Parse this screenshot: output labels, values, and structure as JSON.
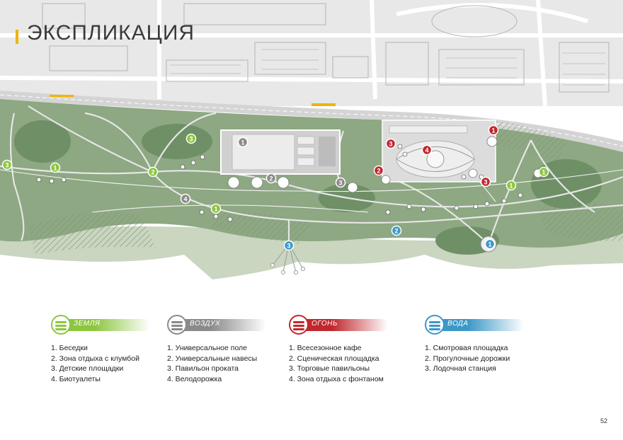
{
  "title": "ЭКСПЛИКАЦИЯ",
  "page_number": "52",
  "colors": {
    "earth": "#8cc63f",
    "air": "#8a8a8a",
    "fire": "#c0282e",
    "water": "#3c98c8",
    "park_green": "#8da882",
    "park_dark": "#6f8f66",
    "shore": "#c6d2bc",
    "road": "#d8d8d8"
  },
  "legend": [
    {
      "key": "earth",
      "label": "ЗЕМЛЯ",
      "icon": "earth-waves-icon",
      "items": [
        "1. Беседки",
        "2. Зона отдыха с клумбой",
        "3. Детские площадки",
        "4. Биотуалеты"
      ]
    },
    {
      "key": "air",
      "label": "ВОЗДУХ",
      "icon": "air-waves-icon",
      "items": [
        "1. Универсальное поле",
        "2. Универсальные навесы",
        "3. Павильон проката",
        "4. Велодорожка"
      ]
    },
    {
      "key": "fire",
      "label": "ОГОНЬ",
      "icon": "fire-waves-icon",
      "items": [
        "1. Всесезонное кафе",
        "2. Сценическая площадка",
        "3. Торговые павильоны",
        "4. Зона отдыха с фонтаном"
      ]
    },
    {
      "key": "water",
      "label": "ВОДА",
      "icon": "water-waves-icon",
      "items": [
        "1. Смотровая площадка",
        "2. Прогулочные дорожки",
        "3. Лодочная станция"
      ]
    }
  ],
  "map_markers": [
    {
      "group": "earth",
      "num": "1"
    },
    {
      "group": "earth",
      "num": "1"
    },
    {
      "group": "earth",
      "num": "1"
    },
    {
      "group": "earth",
      "num": "1"
    },
    {
      "group": "earth",
      "num": "2"
    },
    {
      "group": "earth",
      "num": "3"
    },
    {
      "group": "earth",
      "num": "3"
    },
    {
      "group": "air",
      "num": "1"
    },
    {
      "group": "air",
      "num": "2"
    },
    {
      "group": "air",
      "num": "3"
    },
    {
      "group": "air",
      "num": "4"
    },
    {
      "group": "fire",
      "num": "1"
    },
    {
      "group": "fire",
      "num": "2"
    },
    {
      "group": "fire",
      "num": "3"
    },
    {
      "group": "fire",
      "num": "3"
    },
    {
      "group": "fire",
      "num": "4"
    },
    {
      "group": "water",
      "num": "1"
    },
    {
      "group": "water",
      "num": "2"
    },
    {
      "group": "water",
      "num": "3"
    }
  ]
}
